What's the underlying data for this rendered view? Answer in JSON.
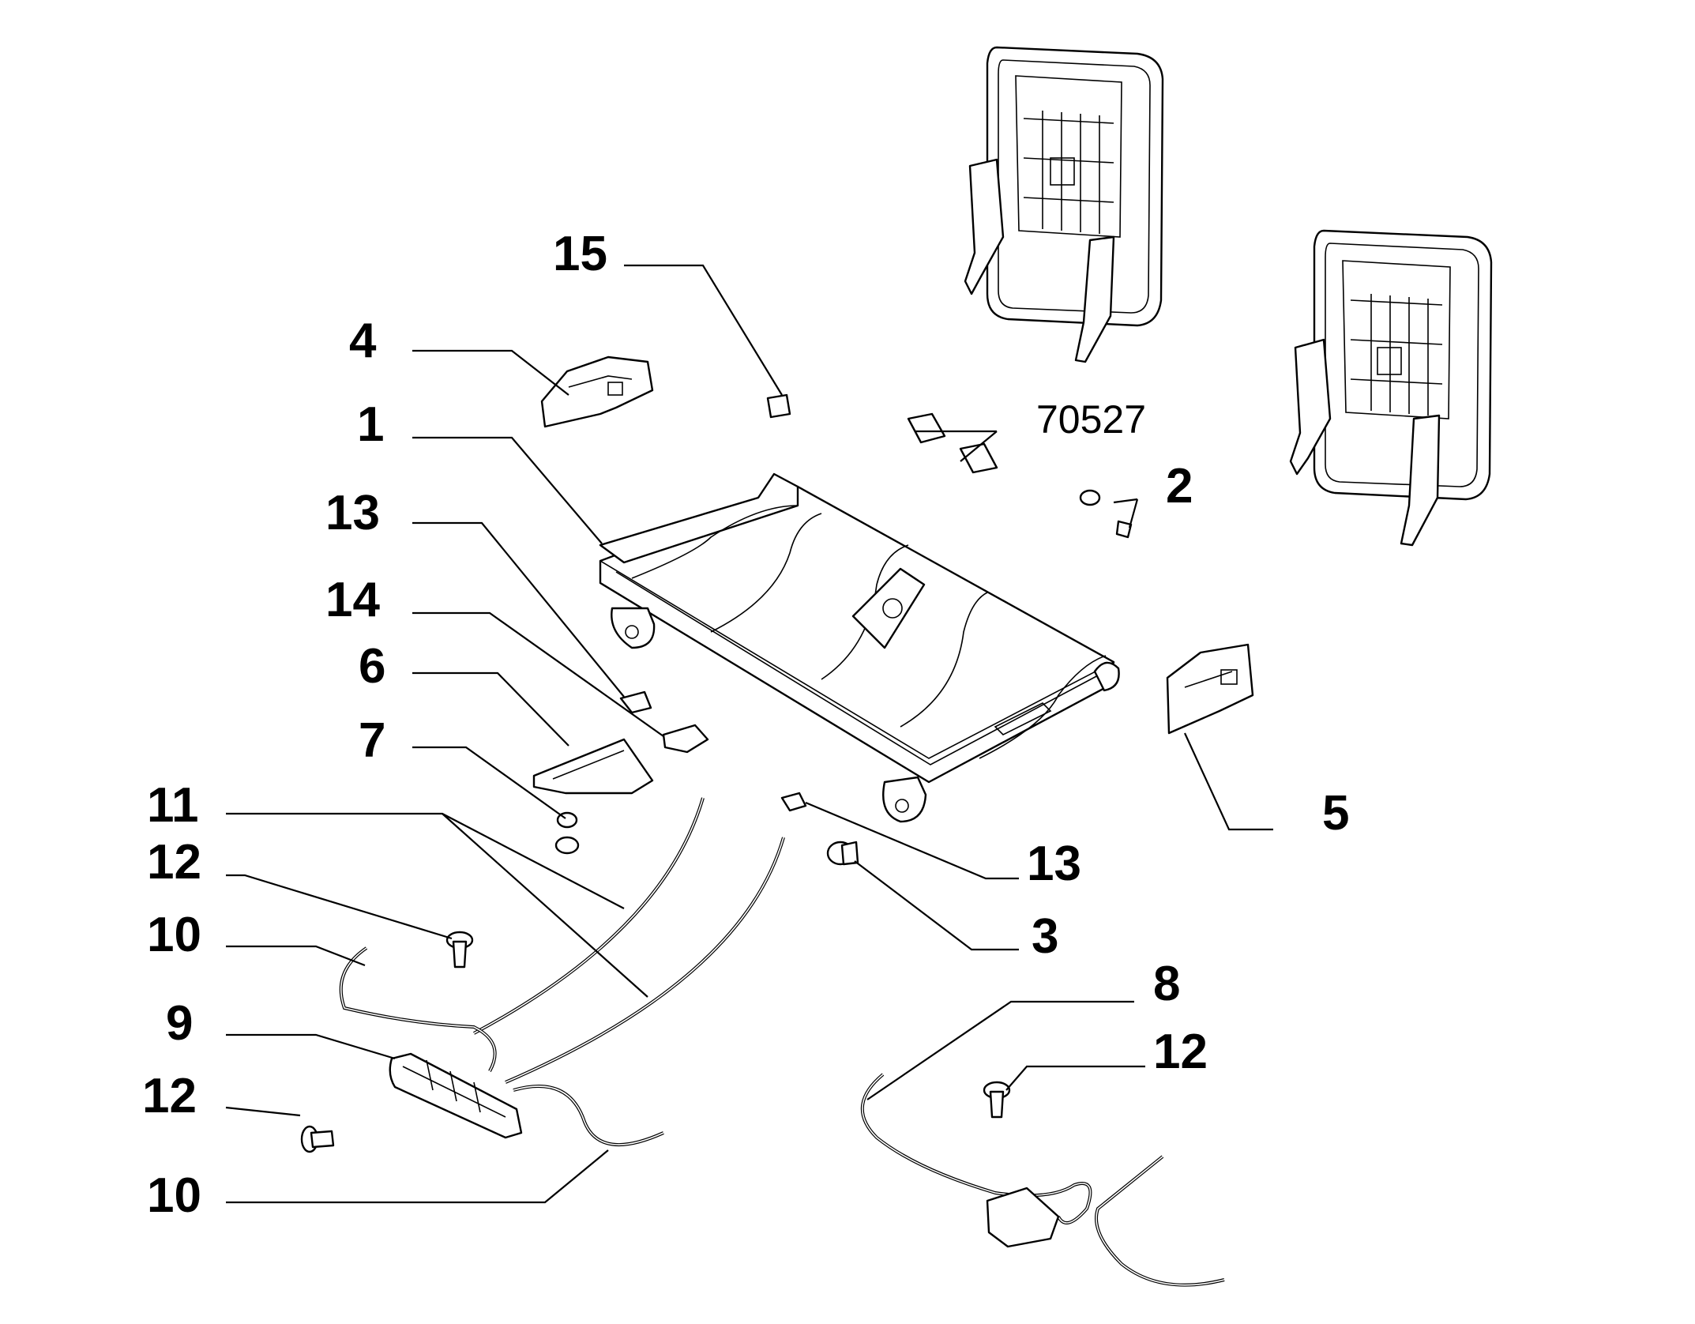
{
  "diagram": {
    "catalog_number": "70527",
    "callouts": [
      {
        "id": "c1",
        "text": "1"
      },
      {
        "id": "c2",
        "text": "2"
      },
      {
        "id": "c3",
        "text": "3"
      },
      {
        "id": "c4",
        "text": "4"
      },
      {
        "id": "c5",
        "text": "5"
      },
      {
        "id": "c6",
        "text": "6"
      },
      {
        "id": "c7",
        "text": "7"
      },
      {
        "id": "c8",
        "text": "8"
      },
      {
        "id": "c9",
        "text": "9"
      },
      {
        "id": "c10a",
        "text": "10"
      },
      {
        "id": "c10b",
        "text": "10"
      },
      {
        "id": "c11",
        "text": "11"
      },
      {
        "id": "c12a",
        "text": "12"
      },
      {
        "id": "c12b",
        "text": "12"
      },
      {
        "id": "c12c",
        "text": "12"
      },
      {
        "id": "c13a",
        "text": "13"
      },
      {
        "id": "c13b",
        "text": "13"
      },
      {
        "id": "c14",
        "text": "14"
      },
      {
        "id": "c15",
        "text": "15"
      }
    ]
  }
}
